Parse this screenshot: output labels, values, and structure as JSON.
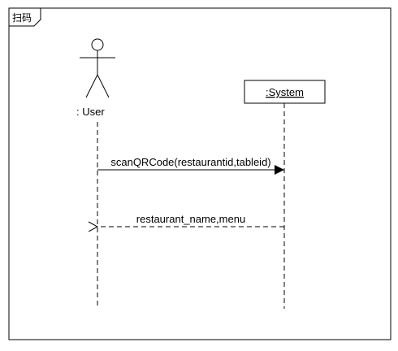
{
  "frame": {
    "label": "扫码"
  },
  "lifelines": [
    {
      "id": "user",
      "kind": "actor",
      "label": ": User"
    },
    {
      "id": "system",
      "kind": "object",
      "label": ":System"
    }
  ],
  "messages": [
    {
      "from": "user",
      "to": "system",
      "label": "scanQRCode(restaurantid,tableid)",
      "kind": "sync"
    },
    {
      "from": "system",
      "to": "user",
      "label": "restaurant_name,menu",
      "kind": "return"
    }
  ]
}
